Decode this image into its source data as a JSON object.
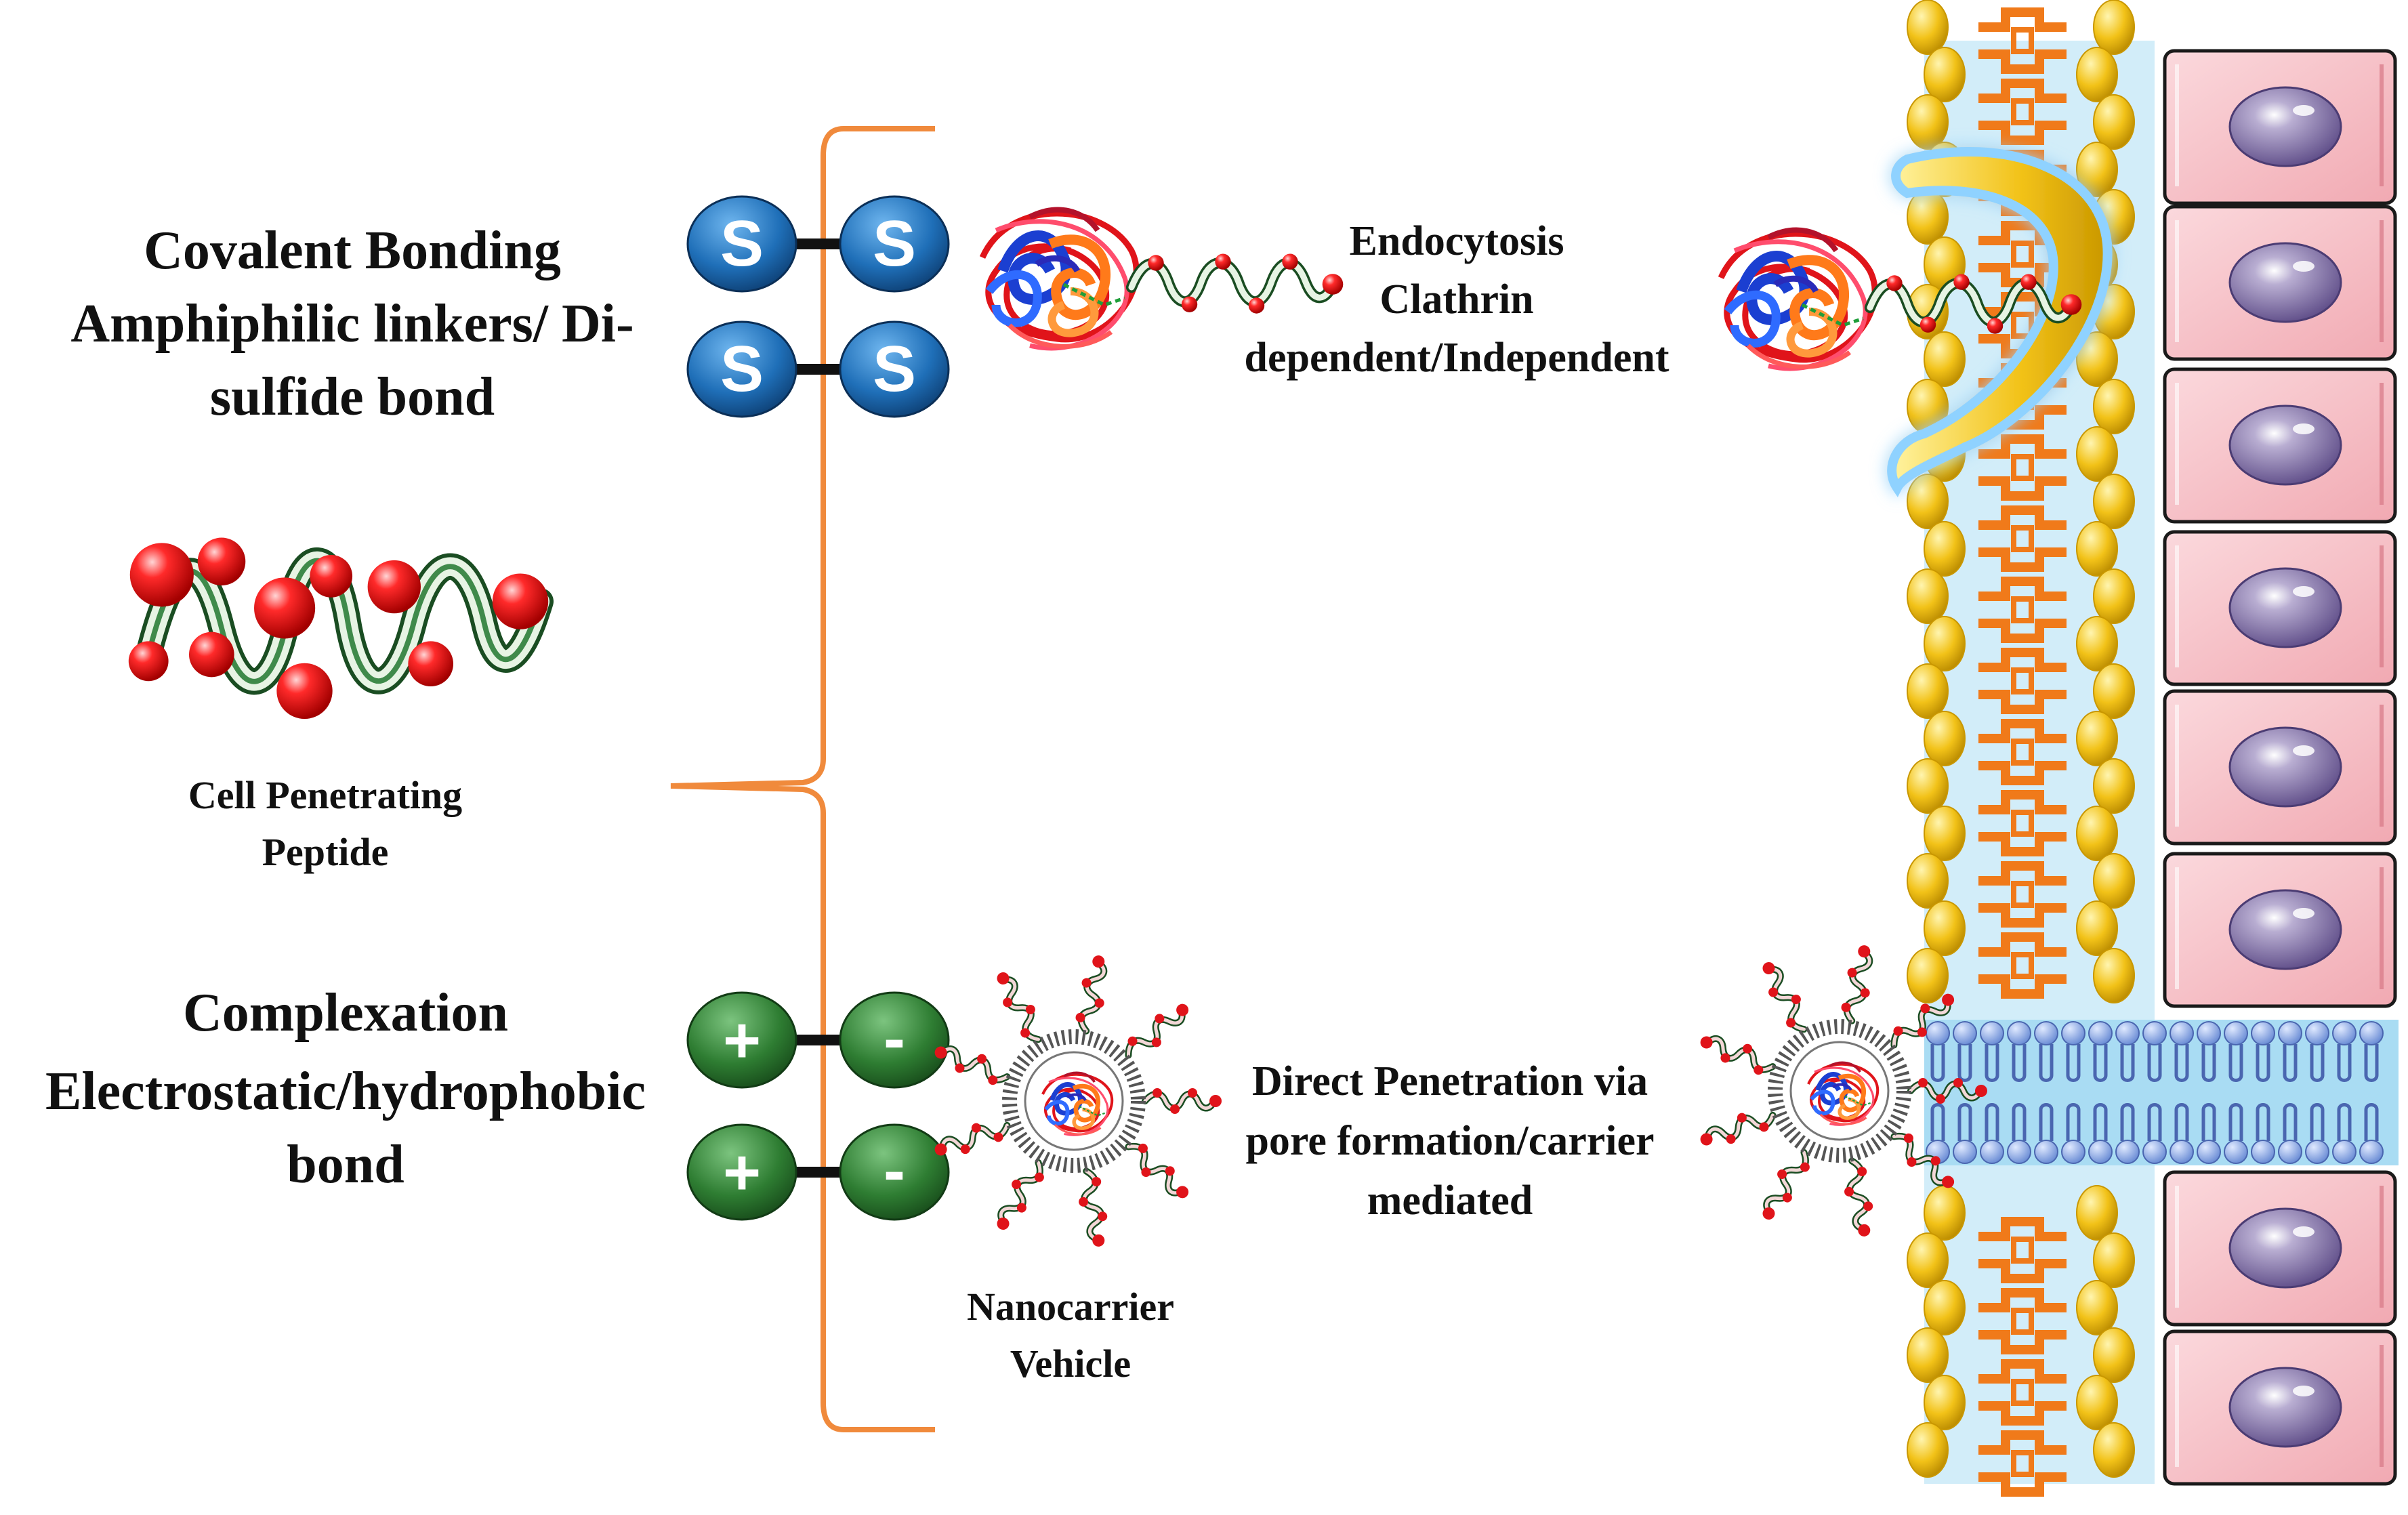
{
  "left_labels": {
    "covalent": {
      "line1": "Covalent Bonding",
      "line2": "Amphiphilic linkers/ Di-",
      "line3": "sulfide bond"
    },
    "cpp": {
      "line1": "Cell Penetrating",
      "line2": "Peptide"
    },
    "complexation": {
      "line1": "Complexation",
      "line2": "Electrostatic/hydrophobic",
      "line3": "bond"
    }
  },
  "bond_symbols": {
    "sulfur": "S",
    "plus": "+",
    "minus": "-"
  },
  "pathway_labels": {
    "endocytosis": {
      "line1": "Endocytosis",
      "line2": "Clathrin",
      "line3": "dependent/Independent"
    },
    "direct": {
      "line1": "Direct Penetration via",
      "line2": "pore formation/carrier",
      "line3": "mediated"
    },
    "nanocarrier": {
      "line1": "Nanocarrier",
      "line2": "Vehicle"
    }
  },
  "colors": {
    "sulfur_blue": "#1f6fb8",
    "charge_green": "#2e7d32",
    "brace_orange": "#f08a3c",
    "lipid_yellow": "#f2c218",
    "tail_orange": "#f07a1a",
    "cell_pink": "#f6c2c8",
    "nucleus_purple": "#8a78ae",
    "membrane_blue": "#9fd6f0",
    "peptide_red": "#e0141a",
    "ribbon_green": "#3f8a4a"
  }
}
